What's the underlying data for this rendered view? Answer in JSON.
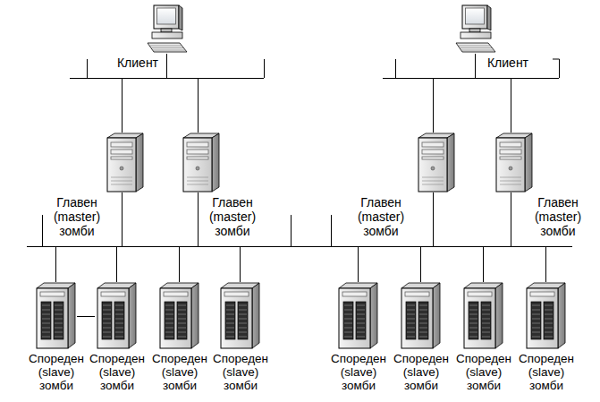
{
  "diagram": {
    "nodes": [
      {
        "text": [
          "Клиент"
        ]
      },
      {
        "text": [
          "Клиент"
        ]
      },
      {
        "text": [
          "Главен (master) зомби"
        ]
      },
      {
        "text": [
          "Главен (master) зомби"
        ]
      },
      {
        "text": [
          "Главен (master) зомби"
        ]
      },
      {
        "text": [
          "Главен (master) зомби"
        ]
      },
      {
        "text": [
          "Спореден (slave) зомби"
        ]
      },
      {
        "text": [
          "Спореден (slave) зомби"
        ]
      },
      {
        "text": [
          "Спореден (slave) зомби"
        ]
      },
      {
        "text": [
          "Спореден (slave) зомби"
        ]
      },
      {
        "text": [
          "Спореден (slave) зомби"
        ]
      },
      {
        "text": [
          "Спореден (slave) зомби"
        ]
      },
      {
        "text": [
          "Спореден (slave) зомби"
        ]
      },
      {
        "text": [
          "Спореден (slave) зомби"
        ]
      }
    ],
    "edges": [
      {
        "from": 0,
        "to": 2,
        "arrow": "none"
      },
      {
        "from": 0,
        "to": 3,
        "arrow": "none"
      },
      {
        "from": 1,
        "to": 4,
        "arrow": "none"
      },
      {
        "from": 1,
        "to": 5,
        "arrow": "none"
      },
      {
        "from": 2,
        "to": 6,
        "arrow": "none"
      },
      {
        "from": 2,
        "to": 7,
        "arrow": "none"
      },
      {
        "from": 2,
        "to": 8,
        "arrow": "none"
      },
      {
        "from": 2,
        "to": 9,
        "arrow": "none"
      },
      {
        "from": 2,
        "to": 10,
        "arrow": "none"
      },
      {
        "from": 2,
        "to": 11,
        "arrow": "none"
      },
      {
        "from": 2,
        "to": 12,
        "arrow": "none"
      },
      {
        "from": 2,
        "to": 13,
        "arrow": "none"
      },
      {
        "from": 3,
        "to": 6,
        "arrow": "none"
      },
      {
        "from": 3,
        "to": 7,
        "arrow": "none"
      },
      {
        "from": 3,
        "to": 8,
        "arrow": "none"
      },
      {
        "from": 3,
        "to": 9,
        "arrow": "none"
      },
      {
        "from": 3,
        "to": 10,
        "arrow": "none"
      },
      {
        "from": 3,
        "to": 11,
        "arrow": "none"
      },
      {
        "from": 3,
        "to": 12,
        "arrow": "none"
      },
      {
        "from": 3,
        "to": 13,
        "arrow": "none"
      },
      {
        "from": 4,
        "to": 6,
        "arrow": "none"
      },
      {
        "from": 4,
        "to": 7,
        "arrow": "none"
      },
      {
        "from": 4,
        "to": 8,
        "arrow": "none"
      },
      {
        "from": 4,
        "to": 9,
        "arrow": "none"
      },
      {
        "from": 4,
        "to": 10,
        "arrow": "none"
      },
      {
        "from": 4,
        "to": 11,
        "arrow": "none"
      },
      {
        "from": 4,
        "to": 12,
        "arrow": "none"
      },
      {
        "from": 4,
        "to": 13,
        "arrow": "none"
      },
      {
        "from": 5,
        "to": 6,
        "arrow": "none"
      },
      {
        "from": 5,
        "to": 7,
        "arrow": "none"
      },
      {
        "from": 5,
        "to": 8,
        "arrow": "none"
      },
      {
        "from": 5,
        "to": 9,
        "arrow": "none"
      },
      {
        "from": 5,
        "to": 10,
        "arrow": "none"
      },
      {
        "from": 5,
        "to": 11,
        "arrow": "none"
      },
      {
        "from": 5,
        "to": 12,
        "arrow": "none"
      },
      {
        "from": 5,
        "to": 13,
        "arrow": "none"
      },
      {
        "from": 6,
        "to": 7,
        "arrow": "none"
      }
    ]
  }
}
